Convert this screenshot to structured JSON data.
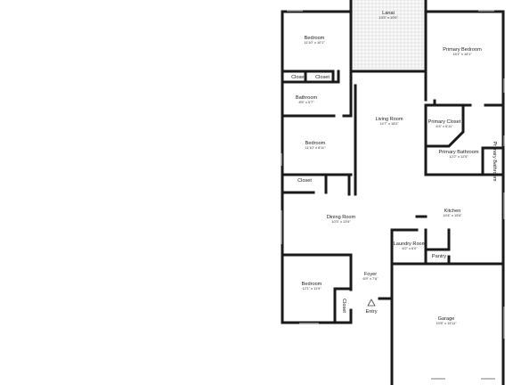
{
  "rooms": {
    "lanai": {
      "name": "Lanai",
      "dim": "13'3\" x 10'0\""
    },
    "bedroom_1": {
      "name": "Bedroom",
      "dim": "11'10\" x 10'1\""
    },
    "closet_1a": {
      "name": "Closet"
    },
    "closet_1b": {
      "name": "Closet"
    },
    "bathroom": {
      "name": "Bathroom",
      "dim": "8'5\" x 5'7\""
    },
    "bedroom_2": {
      "name": "Bedroom",
      "dim": "11'10\" x 8'11\""
    },
    "closet_2": {
      "name": "Closet"
    },
    "primary_bedroom": {
      "name": "Primary Bedroom",
      "dim": "15'1\" x 16'1\""
    },
    "primary_closet": {
      "name": "Primary Closet",
      "dim": "6'4\" x 6'11\""
    },
    "primary_bathroom": {
      "name": "Primary Bathroom",
      "dim": "12'2\" x 12'5\""
    },
    "primary_bathroom_2": {
      "name": "Primary Bathroom"
    },
    "living_room": {
      "name": "Living Room",
      "dim": "14'7\" x 18'2\""
    },
    "dining_room": {
      "name": "Dining Room",
      "dim": "10'3\" x 13'9\""
    },
    "kitchen": {
      "name": "Kitchen",
      "dim": "19'4\" x 15'6\""
    },
    "laundry_room": {
      "name": "Laundry Room",
      "dim": "6'2\" x 6'0\""
    },
    "pantry": {
      "name": "Pantry"
    },
    "foyer": {
      "name": "Foyer",
      "dim": "6'9\" x 7'6\""
    },
    "bedroom_3": {
      "name": "Bedroom",
      "dim": "12'1\" x 11'9\""
    },
    "closet_3": {
      "name": "Closet"
    },
    "entry": {
      "name": "Entry"
    },
    "garage": {
      "name": "Garage",
      "dim": "19'6\" x 19'11\""
    }
  }
}
